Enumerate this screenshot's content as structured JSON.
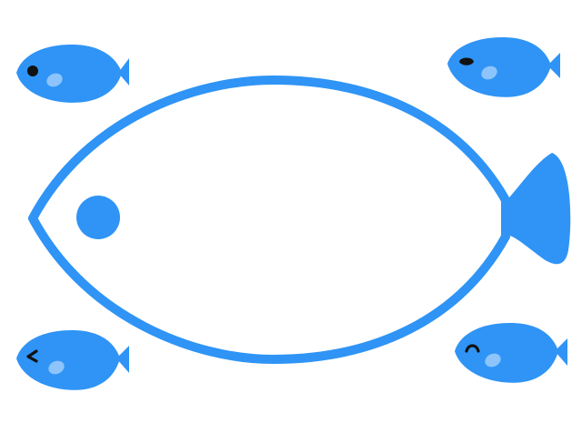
{
  "colors": {
    "background": "#ffffff",
    "fish_blue": "#2f94f5",
    "fin_light": "#8cc4fb",
    "eye_dark": "#111111"
  },
  "big_fish": {
    "icon": "fish-outline-icon",
    "eye": "filled-dot"
  },
  "small_fish": [
    {
      "icon": "fish-icon",
      "expression": "dot-eye"
    },
    {
      "icon": "fish-icon",
      "expression": "wink-eye"
    },
    {
      "icon": "fish-icon",
      "expression": "chevron-eye"
    },
    {
      "icon": "fish-icon",
      "expression": "happy-closed-eye"
    }
  ]
}
